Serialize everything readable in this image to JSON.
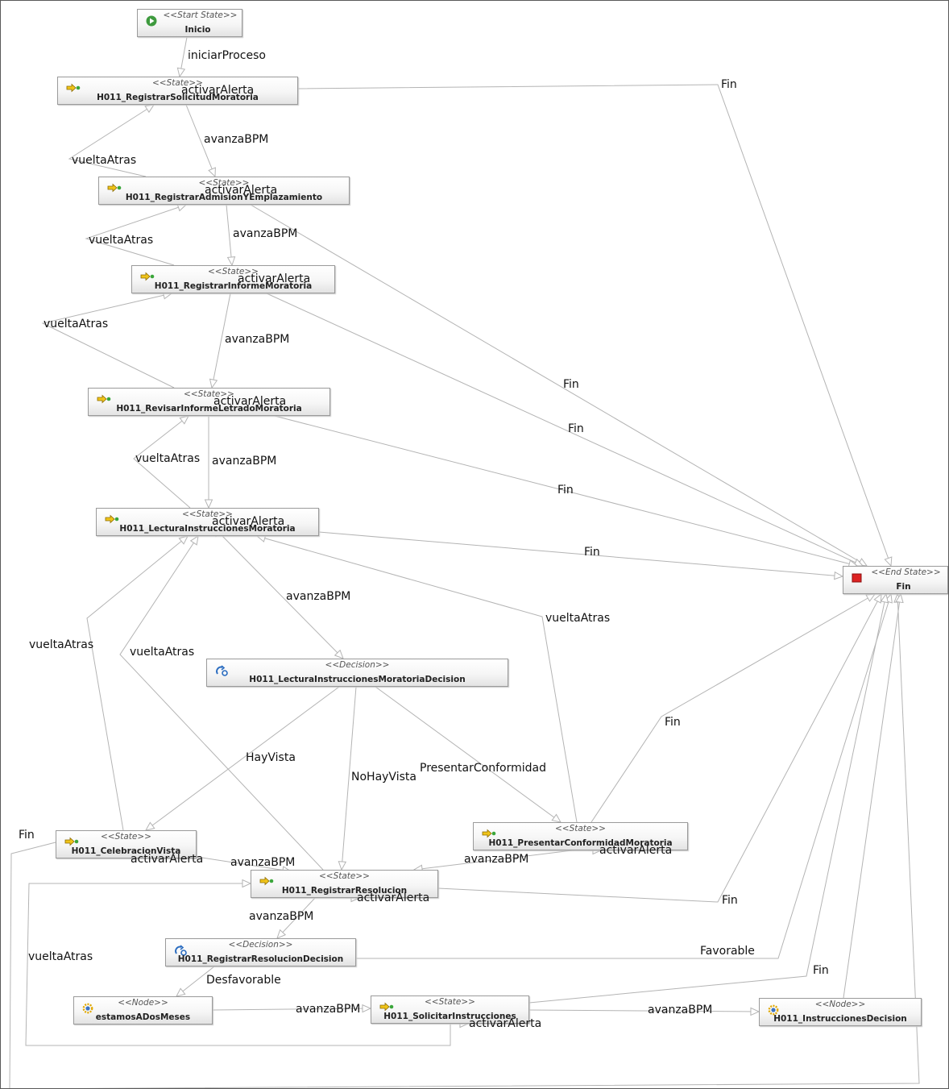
{
  "nodes": [
    {
      "id": "inicio",
      "type": "start",
      "stereotype": "<<Start State>>",
      "name": "Inicio",
      "icon": "start-icon"
    },
    {
      "id": "n1",
      "type": "state",
      "stereotype": "<<State>>",
      "name": "H011_RegistrarSolicitudMoratoria",
      "icon": "state-icon"
    },
    {
      "id": "n2",
      "type": "state",
      "stereotype": "<<State>>",
      "name": "H011_RegistrarAdmisionYEmplazamiento",
      "icon": "state-icon"
    },
    {
      "id": "n3",
      "type": "state",
      "stereotype": "<<State>>",
      "name": "H011_RegistrarInformeMoratoria",
      "icon": "state-icon"
    },
    {
      "id": "n4",
      "type": "state",
      "stereotype": "<<State>>",
      "name": "H011_RevisarInformeLetradoMoratoria",
      "icon": "state-icon"
    },
    {
      "id": "n5",
      "type": "state",
      "stereotype": "<<State>>",
      "name": "H011_LecturaInstruccionesMoratoria",
      "icon": "state-icon"
    },
    {
      "id": "d1",
      "type": "decision",
      "stereotype": "<<Decision>>",
      "name": "H011_LecturaInstruccionesMoratoriaDecision",
      "icon": "decision-icon"
    },
    {
      "id": "n6",
      "type": "state",
      "stereotype": "<<State>>",
      "name": "H011_CelebracionVista",
      "icon": "state-icon"
    },
    {
      "id": "n7",
      "type": "state",
      "stereotype": "<<State>>",
      "name": "H011_PresentarConformidadMoratoria",
      "icon": "state-icon"
    },
    {
      "id": "n8",
      "type": "state",
      "stereotype": "<<State>>",
      "name": "H011_RegistrarResolucion",
      "icon": "state-icon"
    },
    {
      "id": "d2",
      "type": "decision",
      "stereotype": "<<Decision>>",
      "name": "H011_RegistrarResolucionDecision",
      "icon": "decision-icon"
    },
    {
      "id": "nd1",
      "type": "node",
      "stereotype": "<<Node>>",
      "name": "estamosADosMeses",
      "icon": "node-icon"
    },
    {
      "id": "n9",
      "type": "state",
      "stereotype": "<<State>>",
      "name": "H011_SolicitarInstrucciones",
      "icon": "state-icon"
    },
    {
      "id": "nd2",
      "type": "node",
      "stereotype": "<<Node>>",
      "name": "H011_InstruccionesDecision",
      "icon": "node-icon"
    },
    {
      "id": "fin",
      "type": "end",
      "stereotype": "<<End State>>",
      "name": "Fin",
      "icon": "end-icon"
    }
  ],
  "transitions": [
    {
      "from": "inicio",
      "to": "n1",
      "label": "iniciarProceso"
    },
    {
      "from": "n1",
      "to": "fin",
      "label": "Fin"
    },
    {
      "from": "n1",
      "to": "n2",
      "label": "avanzaBPM"
    },
    {
      "from": "n2",
      "to": "n1",
      "label": "vueltaAtras"
    },
    {
      "from": "n1",
      "to": "n1",
      "label": "activarAlerta"
    },
    {
      "from": "n2",
      "to": "n2",
      "label": "activarAlerta"
    },
    {
      "from": "n2",
      "to": "n3",
      "label": "avanzaBPM"
    },
    {
      "from": "n3",
      "to": "n2",
      "label": "vueltaAtras"
    },
    {
      "from": "n2",
      "to": "fin",
      "label": "Fin"
    },
    {
      "from": "n3",
      "to": "n3",
      "label": "activarAlerta"
    },
    {
      "from": "n3",
      "to": "n4",
      "label": "avanzaBPM"
    },
    {
      "from": "n4",
      "to": "n3",
      "label": "vueltaAtras"
    },
    {
      "from": "n3",
      "to": "fin",
      "label": "Fin"
    },
    {
      "from": "n4",
      "to": "n4",
      "label": "activarAlerta"
    },
    {
      "from": "n4",
      "to": "n5",
      "label": "avanzaBPM"
    },
    {
      "from": "n5",
      "to": "n4",
      "label": "vueltaAtras"
    },
    {
      "from": "n4",
      "to": "fin",
      "label": "Fin"
    },
    {
      "from": "n5",
      "to": "n5",
      "label": "activarAlerta"
    },
    {
      "from": "n5",
      "to": "fin",
      "label": "Fin"
    },
    {
      "from": "n5",
      "to": "d1",
      "label": "avanzaBPM"
    },
    {
      "from": "n6",
      "to": "n5",
      "label": "vueltaAtras"
    },
    {
      "from": "n8",
      "to": "n5",
      "label": "vueltaAtras"
    },
    {
      "from": "n7",
      "to": "n5",
      "label": "vueltaAtras"
    },
    {
      "from": "d1",
      "to": "n6",
      "label": "HayVista"
    },
    {
      "from": "d1",
      "to": "n8",
      "label": "NoHayVista"
    },
    {
      "from": "d1",
      "to": "n7",
      "label": "PresentarConformidad"
    },
    {
      "from": "n7",
      "to": "fin",
      "label": "Fin"
    },
    {
      "from": "n6",
      "to": "fin",
      "label": "Fin"
    },
    {
      "from": "n6",
      "to": "n6",
      "label": "activarAlerta"
    },
    {
      "from": "n6",
      "to": "n8",
      "label": "avanzaBPM"
    },
    {
      "from": "n7",
      "to": "n8",
      "label": "avanzaBPM"
    },
    {
      "from": "n7",
      "to": "n7",
      "label": "activarAlerta"
    },
    {
      "from": "n8",
      "to": "n8",
      "label": "activarAlerta"
    },
    {
      "from": "n8",
      "to": "fin",
      "label": "Fin"
    },
    {
      "from": "n8",
      "to": "d2",
      "label": "avanzaBPM"
    },
    {
      "from": "n9",
      "to": "n8",
      "label": "vueltaAtras"
    },
    {
      "from": "d2",
      "to": "fin",
      "label": "Favorable"
    },
    {
      "from": "d2",
      "to": "nd1",
      "label": "Desfavorable"
    },
    {
      "from": "nd1",
      "to": "n9",
      "label": "avanzaBPM"
    },
    {
      "from": "n9",
      "to": "fin",
      "label": "Fin"
    },
    {
      "from": "n9",
      "to": "nd2",
      "label": "avanzaBPM"
    },
    {
      "from": "n9",
      "to": "n9",
      "label": "activarAlerta"
    },
    {
      "from": "nd2",
      "to": "fin",
      "label": ""
    }
  ],
  "colors": {
    "edge": "#b4b4b4",
    "node_border": "#9a9a9a",
    "start_icon": "#3e9a3e",
    "end_icon": "#dd2222",
    "state_icon": "#f0c419",
    "decision_icon": "#2a6cc0",
    "node_icon": "#e0a800"
  }
}
